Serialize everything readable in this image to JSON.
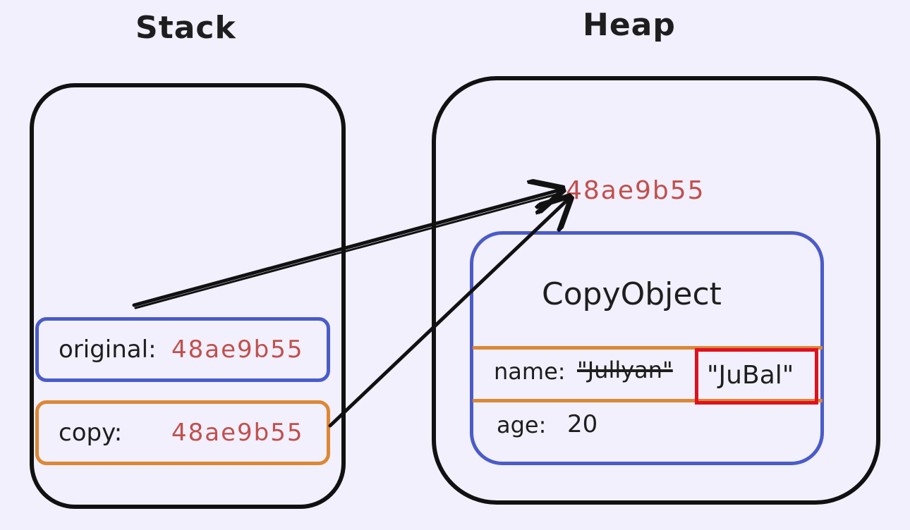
{
  "stack": {
    "title": "Stack",
    "variables": [
      {
        "name": "original:",
        "value": "48ae9b55"
      },
      {
        "name": "copy:",
        "value": "48ae9b55"
      }
    ]
  },
  "heap": {
    "title": "Heap",
    "address": "48ae9b55",
    "object": {
      "class_name": "CopyObject",
      "fields": [
        {
          "key": "name:",
          "old_value": "\"Jullyan\"",
          "new_value": "\"JuBal\""
        },
        {
          "key": "age:",
          "value": "20"
        }
      ]
    }
  },
  "colors": {
    "background": "#f1f0fc",
    "outline": "#111111",
    "original_border": "#4a5bc9",
    "copy_border": "#dd8735",
    "address_text": "#c14f4d",
    "highlight_border": "#e0111f"
  }
}
